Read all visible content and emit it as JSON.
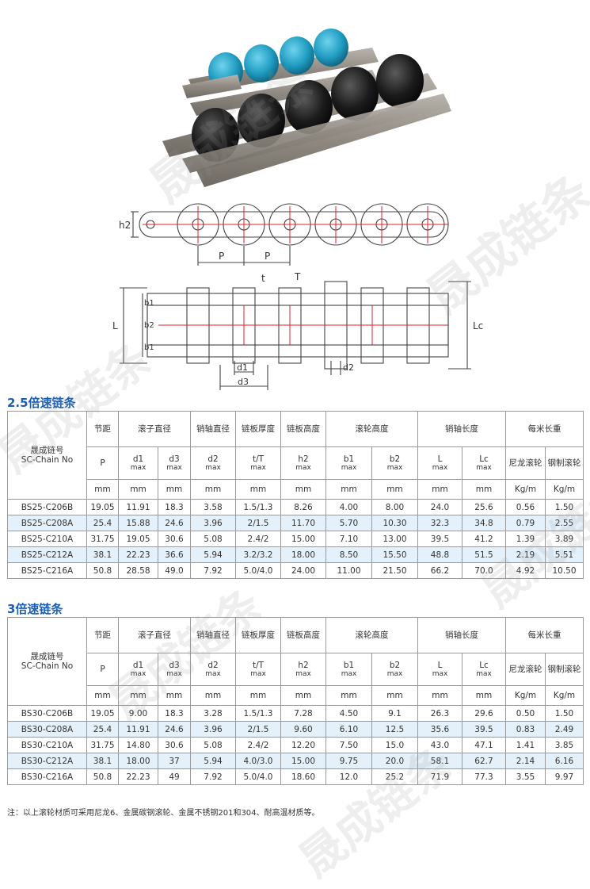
{
  "watermark": "晟成链条",
  "diagram_labels": {
    "h2": "h2",
    "P1": "P",
    "P2": "P",
    "t": "t",
    "T": "T",
    "L": "L",
    "Lc": "Lc",
    "b1_top": "b1",
    "b2": "b2",
    "b1_bottom": "b1",
    "d1": "d1",
    "d2": "d2",
    "d3": "d3"
  },
  "tables": [
    {
      "title": "2.5倍速链条",
      "header": {
        "chain_no": [
          "晟成链号",
          "SC-Chain No"
        ],
        "groups": [
          "节距",
          "滚子直径",
          "销轴直径",
          "链板厚度",
          "链板高度",
          "滚轮高度",
          "销轴长度",
          "每米长重"
        ],
        "symbols": [
          {
            "s": "P",
            "m": ""
          },
          {
            "s": "d1",
            "m": "max"
          },
          {
            "s": "d3",
            "m": "max"
          },
          {
            "s": "d2",
            "m": "max"
          },
          {
            "s": "t/T",
            "m": "max"
          },
          {
            "s": "h2",
            "m": "max"
          },
          {
            "s": "b1",
            "m": "max"
          },
          {
            "s": "b2",
            "m": "max"
          },
          {
            "s": "L",
            "m": "max"
          },
          {
            "s": "Lc",
            "m": "max"
          },
          {
            "s": "尼龙滚轮",
            "m": ""
          },
          {
            "s": "钢制滚轮",
            "m": ""
          }
        ],
        "units": [
          "mm",
          "mm",
          "mm",
          "mm",
          "mm",
          "mm",
          "mm",
          "mm",
          "mm",
          "mm",
          "Kg/m",
          "Kg/m"
        ]
      },
      "rows": [
        [
          "BS25-C206B",
          "19.05",
          "11.91",
          "18.3",
          "3.58",
          "1.5/1.3",
          "8.26",
          "4.00",
          "8.00",
          "24.0",
          "25.6",
          "0.56",
          "1.50"
        ],
        [
          "BS25-C208A",
          "25.4",
          "15.88",
          "24.6",
          "3.96",
          "2/1.5",
          "11.70",
          "5.70",
          "10.30",
          "32.3",
          "34.8",
          "0.79",
          "2.55"
        ],
        [
          "BS25-C210A",
          "31.75",
          "19.05",
          "30.6",
          "5.08",
          "2.4/2",
          "15.00",
          "7.10",
          "13.00",
          "39.5",
          "41.2",
          "1.39",
          "3.89"
        ],
        [
          "BS25-C212A",
          "38.1",
          "22.23",
          "36.6",
          "5.94",
          "3.2/3.2",
          "18.00",
          "8.50",
          "15.50",
          "48.8",
          "51.5",
          "2.19",
          "5.51"
        ],
        [
          "BS25-C216A",
          "50.8",
          "28.58",
          "49.0",
          "7.92",
          "5.0/4.0",
          "24.00",
          "11.00",
          "21.50",
          "66.2",
          "70.0",
          "4.92",
          "10.50"
        ]
      ]
    },
    {
      "title": "3倍速链条",
      "header": {
        "chain_no": [
          "晟成链号",
          "SC-Chain No"
        ],
        "groups": [
          "节距",
          "滚子直径",
          "销轴直径",
          "链板厚度",
          "链板高度",
          "滚轮高度",
          "销轴长度",
          "每米长重"
        ],
        "symbols": [
          {
            "s": "P",
            "m": ""
          },
          {
            "s": "d1",
            "m": "max"
          },
          {
            "s": "d3",
            "m": "max"
          },
          {
            "s": "d2",
            "m": "max"
          },
          {
            "s": "t/T",
            "m": "max"
          },
          {
            "s": "h2",
            "m": "max"
          },
          {
            "s": "b1",
            "m": "max"
          },
          {
            "s": "b2",
            "m": "max"
          },
          {
            "s": "L",
            "m": "max"
          },
          {
            "s": "Lc",
            "m": "max"
          },
          {
            "s": "尼龙滚轮",
            "m": ""
          },
          {
            "s": "钢制滚轮",
            "m": ""
          }
        ],
        "units": [
          "mm",
          "mm",
          "mm",
          "mm",
          "mm",
          "mm",
          "mm",
          "mm",
          "mm",
          "mm",
          "Kg/m",
          "Kg/m"
        ]
      },
      "rows": [
        [
          "BS30-C206B",
          "19.05",
          "9.00",
          "18.3",
          "3.28",
          "1.5/1.3",
          "7.28",
          "4.50",
          "9.1",
          "26.3",
          "29.6",
          "0.50",
          "1.50"
        ],
        [
          "BS30-C208A",
          "25.4",
          "11.91",
          "24.6",
          "3.96",
          "2/1.5",
          "9.60",
          "6.10",
          "12.5",
          "35.6",
          "39.5",
          "0.83",
          "2.49"
        ],
        [
          "BS30-C210A",
          "31.75",
          "14.80",
          "30.6",
          "5.08",
          "2.4/2",
          "12.20",
          "7.50",
          "15.0",
          "43.0",
          "47.1",
          "1.41",
          "3.85"
        ],
        [
          "BS30-C212A",
          "38.1",
          "18.00",
          "37",
          "5.94",
          "4.0/3.0",
          "15.00",
          "9.75",
          "20.0",
          "58.1",
          "62.7",
          "2.14",
          "6.16"
        ],
        [
          "BS30-C216A",
          "50.8",
          "22.23",
          "49",
          "7.92",
          "5.0/4.0",
          "18.60",
          "12.0",
          "25.2",
          "71.9",
          "77.3",
          "3.55",
          "9.97"
        ]
      ]
    }
  ],
  "note": "注：以上滚轮材质可采用尼龙6、金属碳钢滚轮、金属不锈钢201和304、耐高温材质等。",
  "colors": {
    "title": "#1b5fb4",
    "row_alt": "#e4f1fb",
    "roller_blue": "#2aa7c9",
    "dim_red": "#d9262c"
  }
}
